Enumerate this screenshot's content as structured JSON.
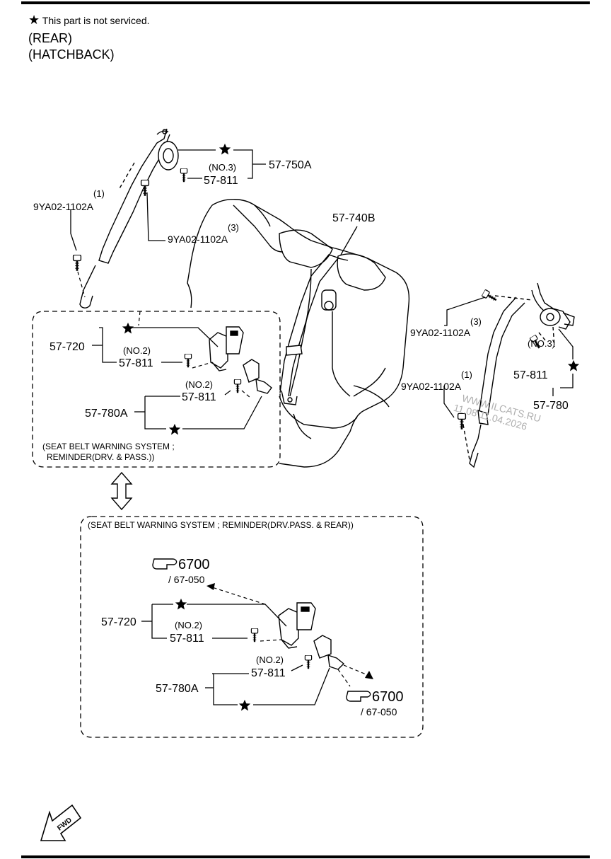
{
  "header": {
    "star_symbol": "★",
    "note": "This part is not serviced.",
    "line1": "(REAR)",
    "line2": "(HATCHBACK)"
  },
  "labels": {
    "upper_left_retractor": {
      "noted": "(NO.3)",
      "bolt": "57-811",
      "part": "57-750A"
    },
    "upper_left_bolt1": {
      "qty": "(1)",
      "part": "9YA02-1102A"
    },
    "upper_left_bolt3": {
      "qty": "(3)",
      "part": "9YA02-1102A"
    },
    "center_belt": "57-740B",
    "right_bolt3": {
      "qty": "(3)",
      "part": "9YA02-1102A"
    },
    "right_bolt1": {
      "qty": "(1)",
      "part": "9YA02-1102A"
    },
    "right_retractor": {
      "noted": "(NO.3)",
      "bolt": "57-811",
      "part": "57-780"
    },
    "box1": {
      "buckle_part": "57-720",
      "buckle_noted": "(NO.2)",
      "buckle_bolt": "57-811",
      "lower_noted": "(NO.2)",
      "lower_bolt": "57-811",
      "lower_part": "57-780A",
      "caption_line1": "(SEAT BELT WARNING SYSTEM ;",
      "caption_line2": "REMINDER(DRV. & PASS.))"
    },
    "box2": {
      "caption": "(SEAT BELT WARNING SYSTEM ; REMINDER(DRV.PASS. & REAR))",
      "ref_top_num": "6700",
      "ref_top_sub": "/ 67-050",
      "buckle_part": "57-720",
      "buckle_noted": "(NO.2)",
      "buckle_bolt": "57-811",
      "lower_noted": "(NO.2)",
      "lower_bolt": "57-811",
      "lower_part": "57-780A",
      "ref_bot_num": "6700",
      "ref_bot_sub": "/ 67-050"
    }
  },
  "watermark": {
    "line1": "WWW.ILCATS.RU",
    "line2": "11.08 11.04.2026"
  },
  "fwd_label": "FWD"
}
